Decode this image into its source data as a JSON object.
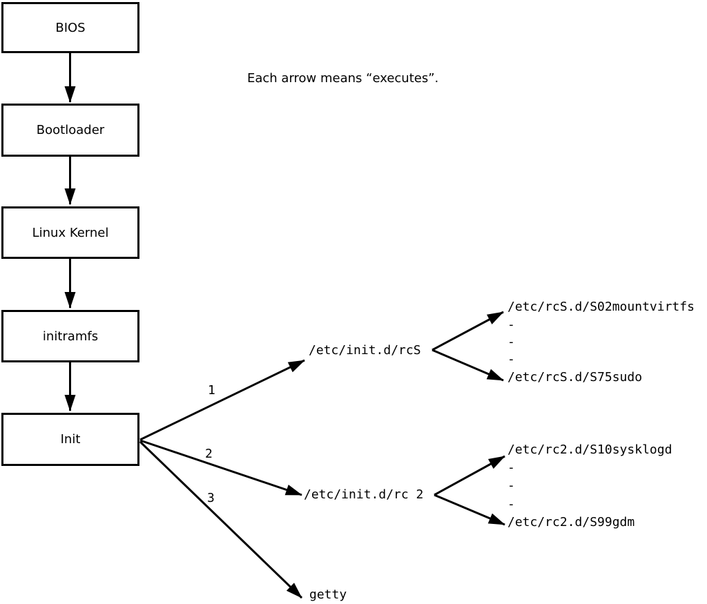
{
  "note": "Each arrow means “executes”.",
  "flow_boxes": [
    {
      "label": "BIOS"
    },
    {
      "label": "Bootloader"
    },
    {
      "label": "Linux Kernel"
    },
    {
      "label": "initramfs"
    },
    {
      "label": "Init"
    }
  ],
  "branch_labels": {
    "first": "1",
    "second": "2",
    "third": "3"
  },
  "scripts": {
    "rcs": {
      "label": "/etc/init.d/rcS",
      "children": [
        "/etc/rcS.d/S02mountvirtfs",
        "-",
        "-",
        "-",
        "/etc/rcS.d/S75sudo"
      ]
    },
    "rc2": {
      "label": "/etc/init.d/rc 2",
      "children": [
        "/etc/rc2.d/S10sysklogd",
        "-",
        "-",
        "-",
        "/etc/rc2.d/S99gdm"
      ]
    },
    "getty": {
      "label": "getty"
    }
  },
  "colors": {
    "line": "#000000",
    "background": "#ffffff"
  }
}
